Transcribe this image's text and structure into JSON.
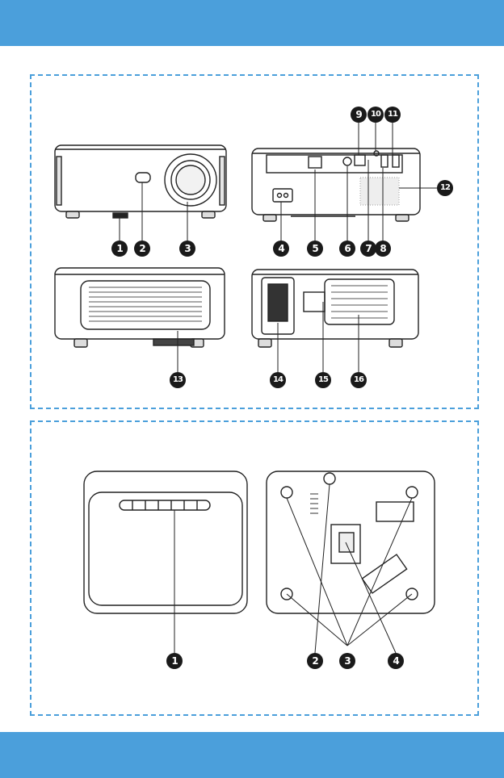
{
  "colors": {
    "accent": "#4b9fdb",
    "ink": "#1a1a1a"
  },
  "diagram_top": {
    "callouts": [
      "1",
      "2",
      "3",
      "4",
      "5",
      "6",
      "7",
      "8",
      "9",
      "10",
      "11",
      "12",
      "13",
      "14",
      "15",
      "16"
    ]
  },
  "diagram_bottom": {
    "callouts": [
      "1",
      "2",
      "3",
      "4"
    ]
  }
}
